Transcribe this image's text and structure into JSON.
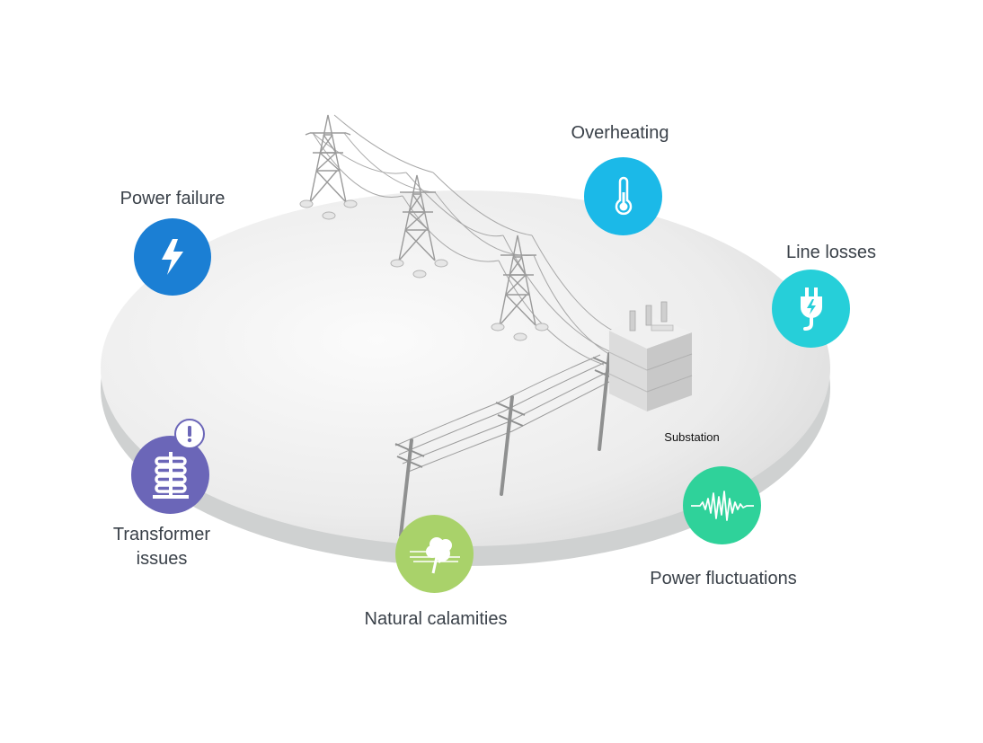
{
  "issues": {
    "power_failure": {
      "label": "Power failure",
      "color": "#1b7fd4",
      "icon": "lightning-icon"
    },
    "overheating": {
      "label": "Overheating",
      "color": "#1bb9e8",
      "icon": "thermometer-icon"
    },
    "line_losses": {
      "label": "Line losses",
      "color": "#26cfd9",
      "icon": "plug-icon"
    },
    "transformer_issues": {
      "label_line1": "Transformer",
      "label_line2": "issues",
      "color": "#6b66b8",
      "icon": "coil-icon",
      "alert_icon": "exclamation-icon"
    },
    "natural_calamities": {
      "label": "Natural calamities",
      "color": "#a9d26a",
      "icon": "tree-wind-icon"
    },
    "power_fluctuations": {
      "label": "Power fluctuations",
      "color": "#2fd29a",
      "icon": "waveform-icon"
    }
  },
  "substation": {
    "label": "Substation"
  }
}
